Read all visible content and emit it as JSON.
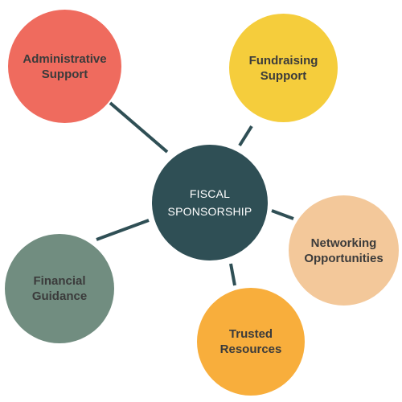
{
  "diagram": {
    "center": {
      "lines": [
        "FISCAL",
        "SPONSORSHIP"
      ],
      "color": "#2f4f55"
    },
    "nodes": {
      "administrative_support": {
        "lines": [
          "Administrative",
          "Support"
        ],
        "color": "#ef6b5e"
      },
      "fundraising_support": {
        "lines": [
          "Fundraising",
          "Support"
        ],
        "color": "#f5cd3c"
      },
      "networking_opportunities": {
        "lines": [
          "Networking",
          "Opportunities"
        ],
        "color": "#f3c89a"
      },
      "financial_guidance": {
        "lines": [
          "Financial",
          "Guidance"
        ],
        "color": "#718d80"
      },
      "trusted_resources": {
        "lines": [
          "Trusted",
          "Resources"
        ],
        "color": "#f8ae3c"
      }
    },
    "connector_color": "#2f4f55"
  }
}
